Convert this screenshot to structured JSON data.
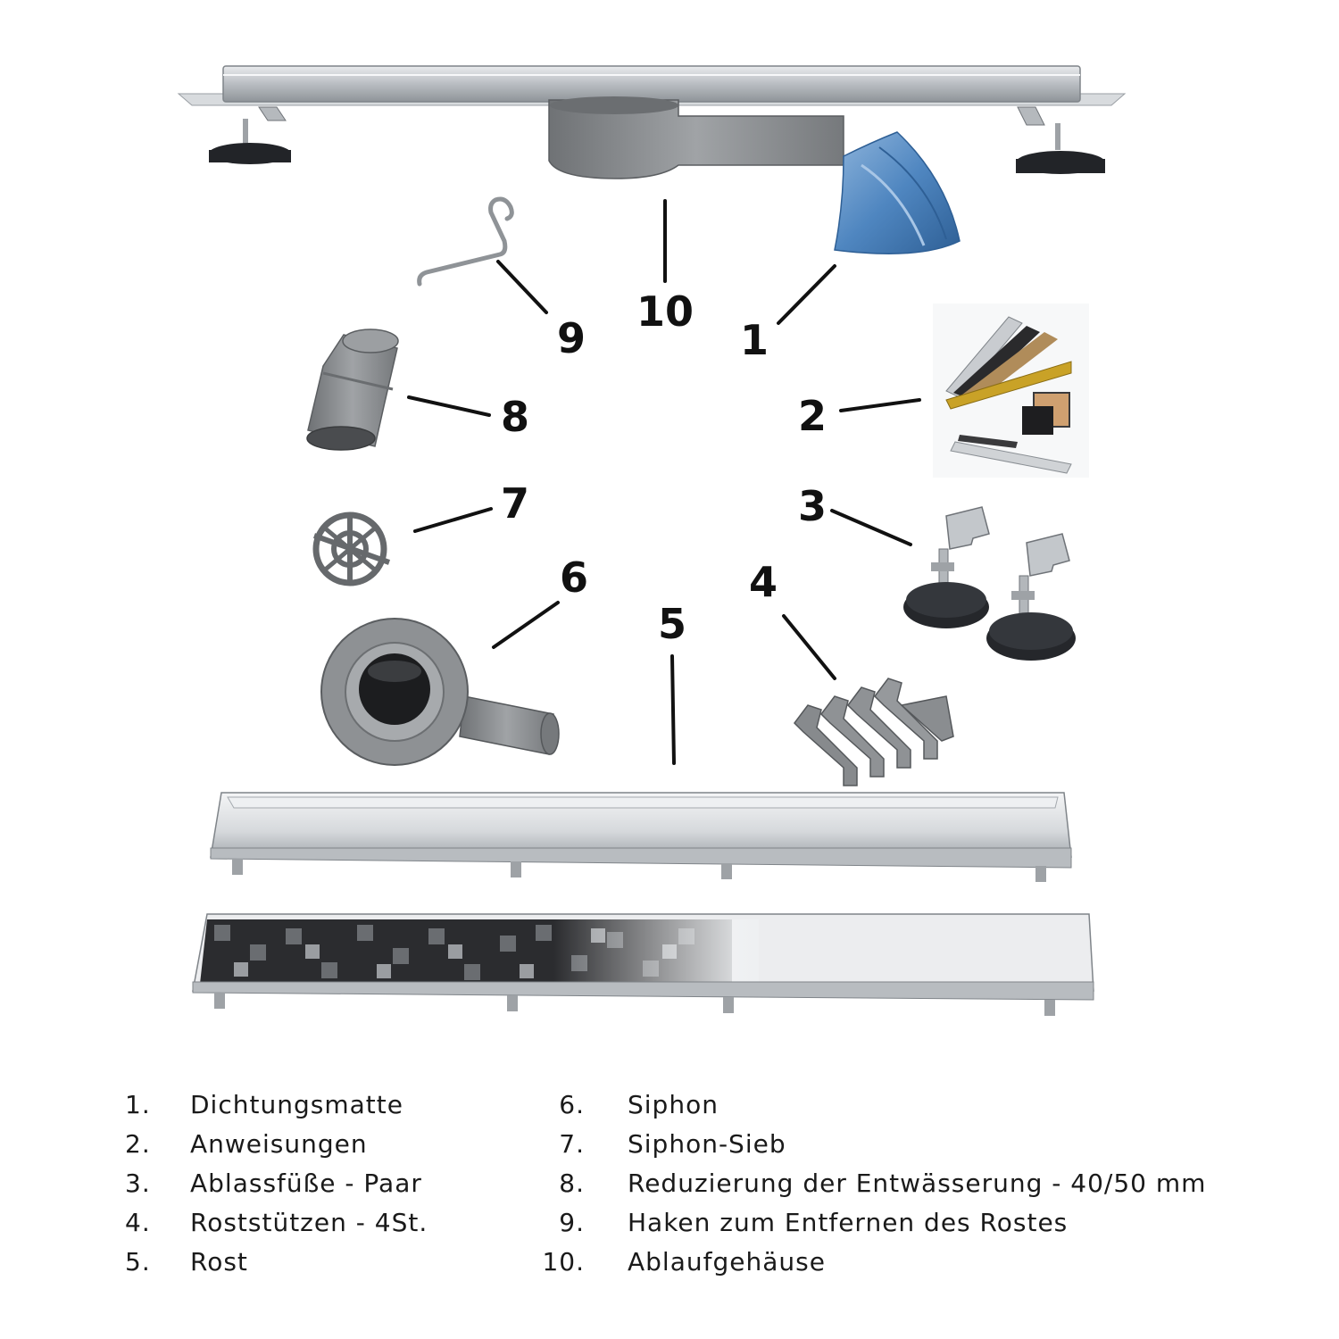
{
  "callouts": [
    "1",
    "2",
    "3",
    "4",
    "5",
    "6",
    "7",
    "8",
    "9",
    "10"
  ],
  "legend": {
    "left": [
      {
        "num": "1.",
        "text": "Dichtungsmatte"
      },
      {
        "num": "2.",
        "text": "Anweisungen"
      },
      {
        "num": "3.",
        "text": "Ablassfüße - Paar"
      },
      {
        "num": "4.",
        "text": "Roststützen - 4St."
      },
      {
        "num": "5.",
        "text": "Rost"
      }
    ],
    "right": [
      {
        "num": "6.",
        "text": "Siphon"
      },
      {
        "num": "7.",
        "text": "Siphon-Sieb"
      },
      {
        "num": "8.",
        "text": "Reduzierung der Entwässerung - 40/50 mm"
      },
      {
        "num": "9.",
        "text": "Haken zum Entfernen des Rostes"
      },
      {
        "num": "10.",
        "text": "Ablaufgehäuse"
      }
    ]
  },
  "colors": {
    "steel": "#c9ccd0",
    "steel_dark": "#8e9398",
    "plastic_grey": "#8a8d90",
    "membrane_blue": "#4f86c0",
    "foot_black": "#222428",
    "gold": "#c9a227"
  }
}
